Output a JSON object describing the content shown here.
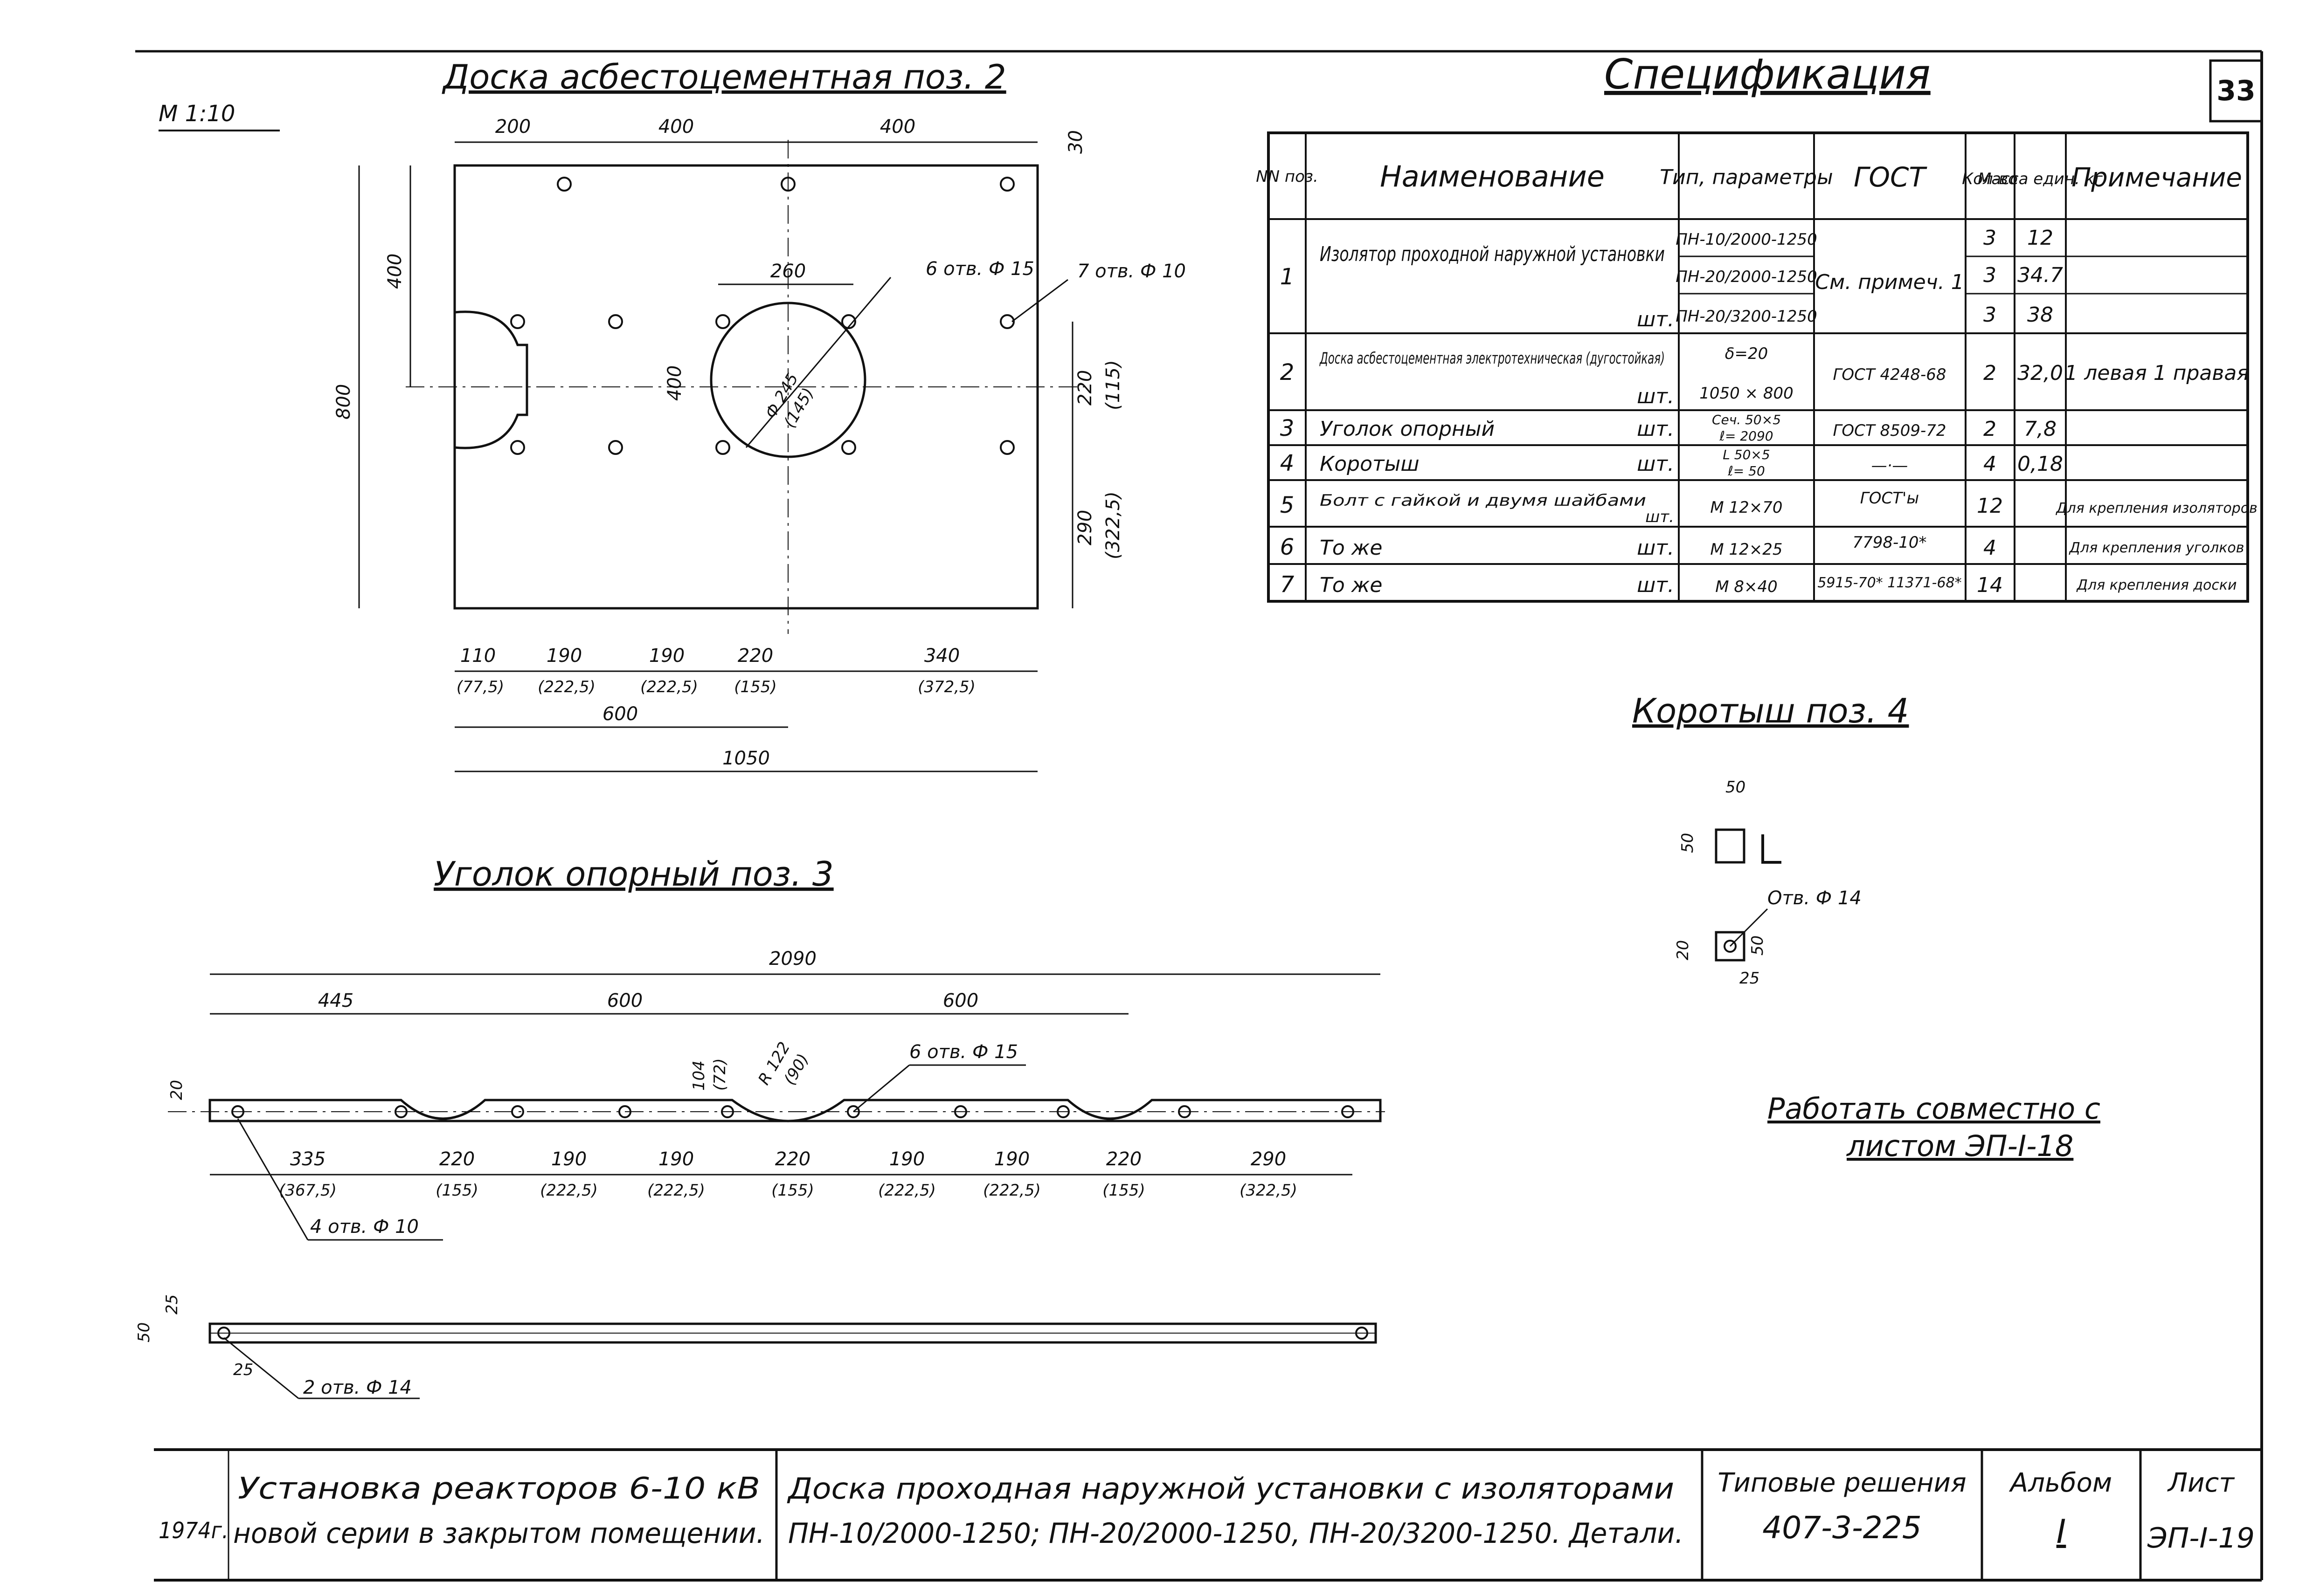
{
  "sheet_number": "33",
  "scale": "М 1:10",
  "board": {
    "title": "Доска асбестоцементная поз. 2",
    "top_dims": [
      "200",
      "400",
      "400",
      "30"
    ],
    "left_dims": [
      "400",
      "800"
    ],
    "right_dims": [
      "220",
      "(115)",
      "290",
      "(322,5)"
    ],
    "center_dims": [
      "260",
      "400",
      "Ф 245",
      "(145)"
    ],
    "callout_holes_15": "6 отв. Ф 15",
    "callout_holes_10": "7 отв. Ф 10",
    "bottom_dims": [
      "110",
      "190",
      "190",
      "220",
      "340"
    ],
    "bottom_dims_paren": [
      "(77,5)",
      "(222,5)",
      "(222,5)",
      "(155)",
      "(372,5)"
    ],
    "dim_600": "600",
    "dim_1050": "1050"
  },
  "angle": {
    "title": "Уголок опорный поз. 3",
    "total": "2090",
    "top_dims": [
      "445",
      "600",
      "600"
    ],
    "height_dim": "20",
    "notch_dims": [
      "104",
      "(72)",
      "R 122",
      "(90)"
    ],
    "callout_holes_15": "6 отв. Ф 15",
    "callout_holes_10": "4 отв. Ф 10",
    "bottom_dims": [
      "335",
      "220",
      "190",
      "190",
      "220",
      "190",
      "190",
      "220",
      "290"
    ],
    "bottom_dims_paren": [
      "(367,5)",
      "(155)",
      "(222,5)",
      "(222,5)",
      "(155)",
      "(222,5)",
      "(222,5)",
      "(155)",
      "(322,5)"
    ],
    "side_dims": [
      "50",
      "25",
      "25"
    ],
    "callout_holes_14": "2 отв. Ф 14"
  },
  "spec": {
    "title": "Спецификация",
    "headers": {
      "pos": "NN поз.",
      "name": "Наименование",
      "type": "Тип, параметры",
      "gost": "ГОСТ",
      "qty": "Кол-во",
      "mass": "Масса един. кг",
      "note": "Примечание"
    },
    "rows": [
      {
        "pos": "1",
        "name": "Изолятор проходной наружной установки",
        "unit": "шт.",
        "types": [
          "ПН-10/2000-1250",
          "ПН-20/2000-1250",
          "ПН-20/3200-1250"
        ],
        "gost": "См. примеч. 1",
        "qty": [
          "3",
          "3",
          "3"
        ],
        "mass": [
          "12",
          "34.7",
          "38"
        ],
        "note": ""
      },
      {
        "pos": "2",
        "name": "Доска асбестоцементная электротехническая (дугостойкая)",
        "unit": "шт.",
        "types": [
          "δ=20",
          "1050 × 800"
        ],
        "gost": "ГОСТ 4248-68",
        "qty": [
          "2"
        ],
        "mass": [
          "32,0"
        ],
        "note": "1 левая 1 правая"
      },
      {
        "pos": "3",
        "name": "Уголок опорный",
        "unit": "шт.",
        "types": [
          "Сеч. 50×5",
          "ℓ= 2090"
        ],
        "gost": "ГОСТ 8509-72",
        "qty": [
          "2"
        ],
        "mass": [
          "7,8"
        ],
        "note": ""
      },
      {
        "pos": "4",
        "name": "Коротыш",
        "unit": "шт.",
        "types": [
          "L 50×5",
          "ℓ= 50"
        ],
        "gost": "—·—",
        "qty": [
          "4"
        ],
        "mass": [
          "0,18"
        ],
        "note": ""
      },
      {
        "pos": "5",
        "name": "Болт с гайкой и двумя шайбами",
        "unit": "шт.",
        "types": [
          "М 12×70"
        ],
        "gost": "ГОСТ'ы",
        "qty": [
          "12"
        ],
        "mass": [
          ""
        ],
        "note": "Для крепления изоляторов"
      },
      {
        "pos": "6",
        "name": "То же",
        "unit": "шт.",
        "types": [
          "М 12×25"
        ],
        "gost": "7798-10*",
        "qty": [
          "4"
        ],
        "mass": [
          ""
        ],
        "note": "Для крепления уголков"
      },
      {
        "pos": "7",
        "name": "То же",
        "unit": "шт.",
        "types": [
          "М 8×40"
        ],
        "gost": "5915-70* 11371-68*",
        "qty": [
          "14"
        ],
        "mass": [
          ""
        ],
        "note": "Для крепления доски"
      }
    ]
  },
  "korotysh": {
    "title": "Коротыш поз. 4",
    "dims": [
      "50",
      "50",
      "20",
      "50",
      "25"
    ],
    "callout": "Отв. Ф 14"
  },
  "work_note": {
    "line1": "Работать совместно с",
    "line2": "листом ЭП-I-18"
  },
  "stamp": {
    "year": "1974г.",
    "project_line1": "Установка реакторов 6-10 кВ",
    "project_line2": "новой серии в закрытом помещении.",
    "drawing_line1": "Доска проходная наружной установки с изоляторами",
    "drawing_line2": "ПН-10/2000-1250; ПН-20/2000-1250, ПН-20/3200-1250. Детали.",
    "series_label": "Типовые решения",
    "series_value": "407-3-225",
    "album_label": "Альбом",
    "album_value": "I",
    "sheet_label": "Лист",
    "sheet_value": "ЭП-I-19"
  }
}
